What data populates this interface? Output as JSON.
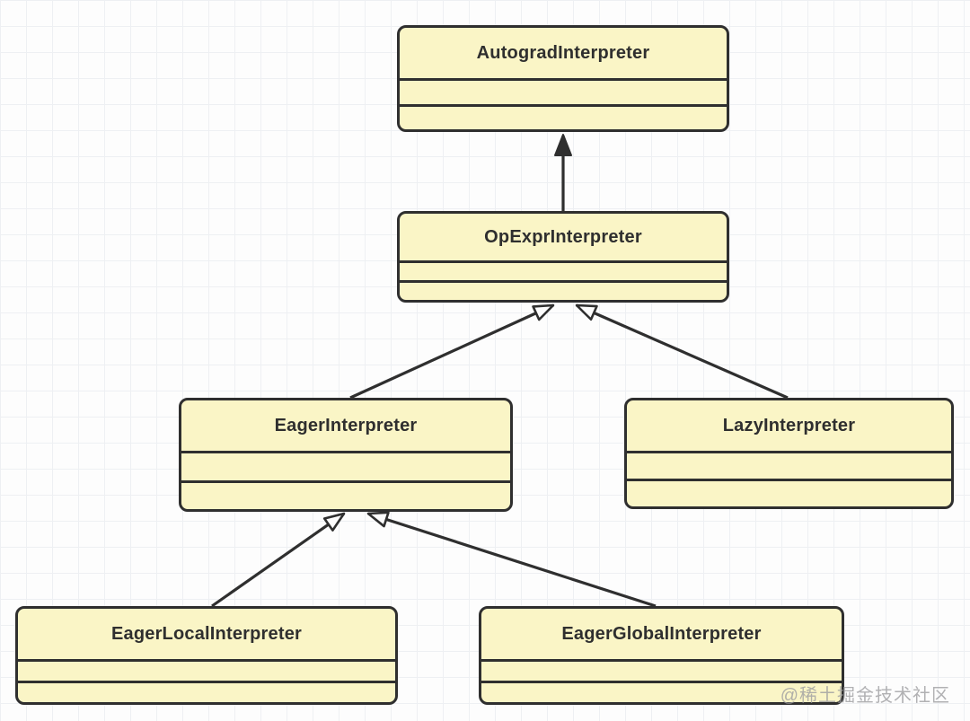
{
  "diagram": {
    "type": "uml-class-diagram",
    "classes": [
      {
        "id": "autograd",
        "title": "AutogradInterpreter"
      },
      {
        "id": "opexpr",
        "title": "OpExprInterpreter"
      },
      {
        "id": "eager",
        "title": "EagerInterpreter"
      },
      {
        "id": "lazy",
        "title": "LazyInterpreter"
      },
      {
        "id": "eagerlocal",
        "title": "EagerLocalInterpreter"
      },
      {
        "id": "eagerglobal",
        "title": "EagerGlobalInterpreter"
      }
    ],
    "edges": [
      {
        "from": "OpExprInterpreter",
        "to": "AutogradInterpreter",
        "type": "generalization",
        "arrowhead": "filled-triangle"
      },
      {
        "from": "EagerInterpreter",
        "to": "OpExprInterpreter",
        "type": "generalization",
        "arrowhead": "hollow-triangle"
      },
      {
        "from": "LazyInterpreter",
        "to": "OpExprInterpreter",
        "type": "generalization",
        "arrowhead": "hollow-triangle"
      },
      {
        "from": "EagerLocalInterpreter",
        "to": "EagerInterpreter",
        "type": "generalization",
        "arrowhead": "hollow-triangle"
      },
      {
        "from": "EagerGlobalInterpreter",
        "to": "EagerInterpreter",
        "type": "generalization",
        "arrowhead": "hollow-triangle"
      }
    ],
    "colors": {
      "box_fill": "#faf5c6",
      "box_border": "#2f2f2f",
      "edge_line": "#2f2f2f",
      "grid_line": "#eef0f3",
      "background": "#fdfdfd",
      "watermark_text": "#9e9ea0"
    },
    "watermark": "@稀土掘金技术社区"
  }
}
